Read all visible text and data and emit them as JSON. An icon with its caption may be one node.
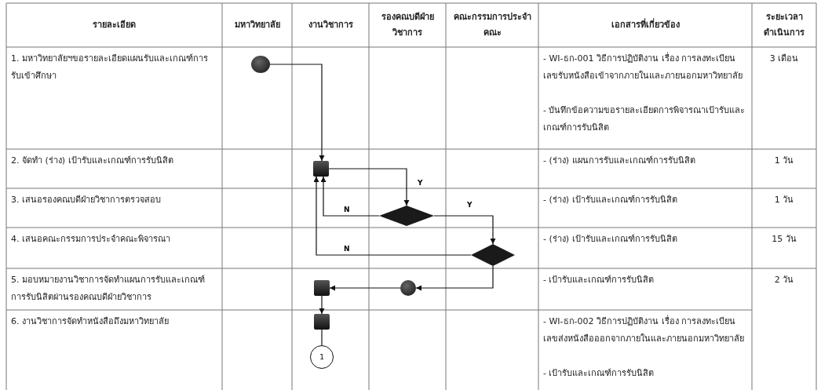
{
  "diagram": {
    "nodes": [
      {
        "text": [],
        "shape": "circle"
      },
      {
        "text": [],
        "shape": "box"
      },
      {
        "text": [],
        "shape": "diamond"
      },
      {
        "text": [],
        "shape": "diamond"
      },
      {
        "text": [],
        "shape": "circle"
      },
      {
        "text": [],
        "shape": "box"
      },
      {
        "text": [],
        "shape": "box"
      },
      {
        "text": [
          "1"
        ]
      }
    ],
    "edges": [
      {
        "from": 0,
        "to": 1,
        "arrow": "to"
      },
      {
        "from": 1,
        "to": 2,
        "arrow": "to",
        "label": "Y"
      },
      {
        "from": 2,
        "to": 1,
        "arrow": "to",
        "label": "N"
      },
      {
        "from": 2,
        "to": 3,
        "arrow": "to",
        "label": "Y"
      },
      {
        "from": 3,
        "to": 1,
        "arrow": "to",
        "label": "N"
      },
      {
        "from": 3,
        "to": 4,
        "arrow": "to"
      },
      {
        "from": 4,
        "to": 5,
        "arrow": "to"
      },
      {
        "from": 5,
        "to": 6,
        "arrow": "to"
      },
      {
        "from": 6,
        "to": 7,
        "arrow": "none"
      }
    ],
    "labels": [
      "รายละเอียด",
      "มหาวิทยาลัย",
      "งานวิชาการ",
      "รองคณบดีฝ่ายวิชาการ",
      "คณะกรรมการประจำคณะ",
      "เอกสารที่เกี่ยวข้อง",
      "ระยะเวลาดำเนินการ",
      "1. มหาวิทยาลัยฯขอรายละเอียดแผนรับและเกณฑ์การรับเข้าศึกษา",
      "- WI-ธก-001 วิธีการปฏิบัติงาน เรื่อง การลงทะเบียนเลขรับหนังสือเข้าจากภายในและภายนอกมหาวิทยาลัย",
      "- บันทึกข้อความขอรายละเอียดการพิจารณาเป้ารับและเกณฑ์การรับนิสิต",
      "3 เดือน",
      "2. จัดทำ (ร่าง) เป้ารับและเกณฑ์การรับนิสิต",
      "- (ร่าง) แผนการรับและเกณฑ์การรับนิสิต",
      "1 วัน",
      "3. เสนอรองคณบดีฝ่ายวิชาการตรวจสอบ",
      "- (ร่าง) เป้ารับและเกณฑ์การรับนิสิต",
      "1 วัน",
      "4. เสนอคณะกรรมการประจำคณะพิจารณา",
      "- (ร่าง) เป้ารับและเกณฑ์การรับนิสิต",
      "15 วัน",
      "5. มอบหมายงานวิชาการจัดทำแผนการรับและเกณฑ์การรับนิสิตผ่านรองคณบดีฝ่ายวิชาการ",
      "- เป้ารับและเกณฑ์การรับนิสิต",
      "2 วัน",
      "6. งานวิชาการจัดทำหนังสือถึงมหาวิทยาลัย",
      "- WI-ธก-002 วิธีการปฏิบัติงาน เรื่อง การลงทะเบียนเลขส่งหนังสือออกจากภายในและภายนอกมหาวิทยาลัย",
      "- เป้ารับและเกณฑ์การรับนิสิต"
    ]
  }
}
